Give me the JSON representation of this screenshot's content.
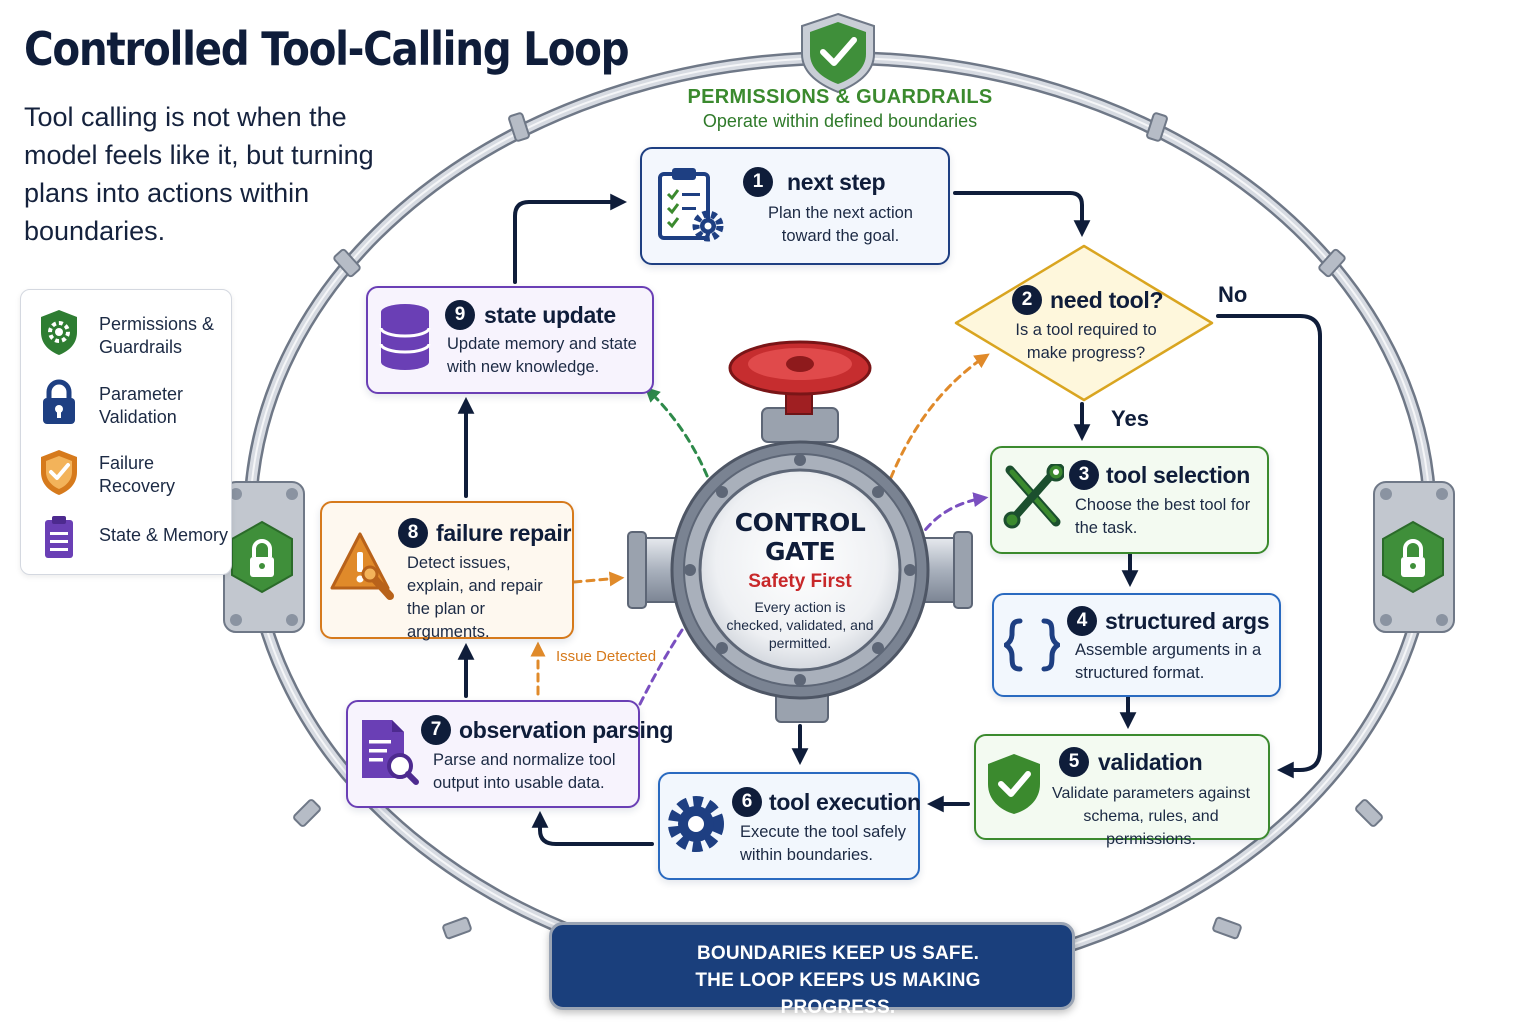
{
  "title": "Controlled Tool-Calling Loop",
  "subtitle": "Tool calling is not when the model feels like it, but turning plans into actions within boundaries.",
  "permissions": {
    "title": "PERMISSIONS & GUARDRAILS",
    "subtitle": "Operate within defined boundaries"
  },
  "legend": [
    {
      "label": "Permissions & Guardrails",
      "icon": "shield-gear-icon",
      "color": "#2e7d32"
    },
    {
      "label": "Parameter Validation",
      "icon": "lock-icon",
      "color": "#1e3f82"
    },
    {
      "label": "Failure Recovery",
      "icon": "shield-check-icon",
      "color": "#d67a1c"
    },
    {
      "label": "State & Memory",
      "icon": "clipboard-icon",
      "color": "#6a3fb5"
    }
  ],
  "steps": [
    {
      "num": "1",
      "title": "next step",
      "desc": "Plan the next action toward the goal.",
      "icon": "clipboard-gear-icon",
      "color": "#1e3f82"
    },
    {
      "num": "2",
      "title": "need tool?",
      "desc": "Is a tool required to make progress?",
      "icon": "",
      "color": "#d9a520"
    },
    {
      "num": "3",
      "title": "tool selection",
      "desc": "Choose the best tool for the task.",
      "icon": "wrench-screwdriver-icon",
      "color": "#3b8a2e"
    },
    {
      "num": "4",
      "title": "structured args",
      "desc": "Assemble arguments in a structured format.",
      "icon": "curly-braces-icon",
      "color": "#2a6ac0"
    },
    {
      "num": "5",
      "title": "validation",
      "desc": "Validate parameters against schema, rules, and permissions.",
      "icon": "shield-check-icon",
      "color": "#3b8a2e"
    },
    {
      "num": "6",
      "title": "tool execution",
      "desc": "Execute the tool safely within boundaries.",
      "icon": "gear-icon",
      "color": "#2a6ac0"
    },
    {
      "num": "7",
      "title": "observation parsing",
      "desc": "Parse and normalize tool output into usable data.",
      "icon": "document-search-icon",
      "color": "#6a3fb5"
    },
    {
      "num": "8",
      "title": "failure repair",
      "desc": "Detect issues, explain, and repair the plan or arguments.",
      "icon": "warning-wrench-icon",
      "color": "#d67a1c"
    },
    {
      "num": "9",
      "title": "state update",
      "desc": "Update memory and state with new knowledge.",
      "icon": "database-icon",
      "color": "#6a3fb5"
    }
  ],
  "branch": {
    "no": "No",
    "yes": "Yes"
  },
  "issue_label": "Issue Detected",
  "gate": {
    "title": "CONTROL GATE",
    "safety": "Safety First",
    "desc": "Every action is checked, validated, and permitted."
  },
  "banner": {
    "line1": "BOUNDARIES KEEP US SAFE.",
    "line2": "THE LOOP KEEPS US MAKING PROGRESS."
  }
}
